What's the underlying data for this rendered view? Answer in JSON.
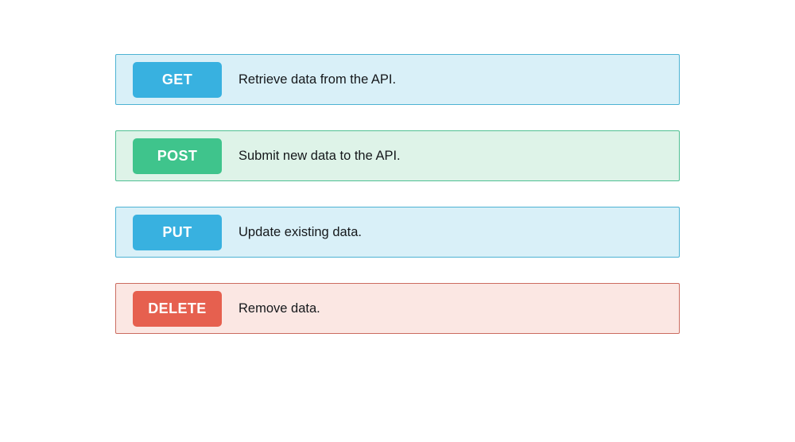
{
  "page": {
    "background_color": "#ffffff",
    "text_color": "#15181b"
  },
  "rows": [
    {
      "method": "GET",
      "description": "Retrieve data from the API.",
      "colors": {
        "badge": "#38b1e0",
        "background": "#d9f0f8",
        "border": "#4db2d3"
      }
    },
    {
      "method": "POST",
      "description": "Submit new data to the API.",
      "colors": {
        "badge": "#3fc48c",
        "background": "#def3e8",
        "border": "#50bf93"
      }
    },
    {
      "method": "PUT",
      "description": "Update existing data.",
      "colors": {
        "badge": "#38b1e0",
        "background": "#d9f0f8",
        "border": "#4db2d3"
      }
    },
    {
      "method": "DELETE",
      "description": "Remove data.",
      "colors": {
        "badge": "#e6604f",
        "background": "#fbe7e3",
        "border": "#cb6c60"
      }
    }
  ]
}
